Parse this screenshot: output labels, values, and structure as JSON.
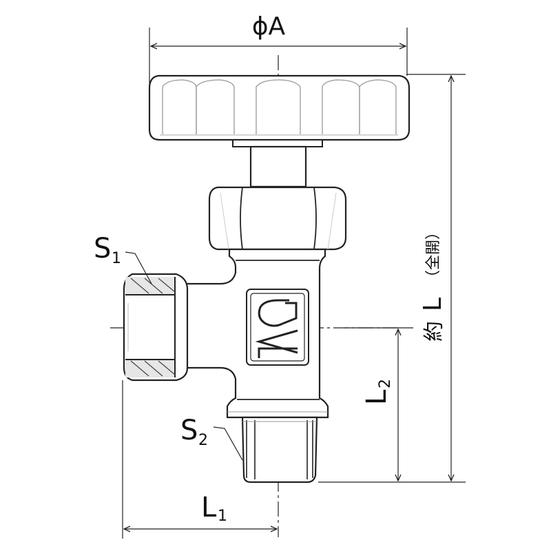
{
  "labels": {
    "phi_a": "ϕA",
    "s1_main": "S",
    "s1_sub": "1",
    "s2_main": "S",
    "s2_sub": "2",
    "l1_main": "L",
    "l1_sub": "1",
    "l2_main": "L",
    "l2_sub": "2",
    "total_length_prefix": "約",
    "total_length_letter": "L",
    "total_length_note": "（全開）"
  },
  "colors": {
    "stroke": "#222222",
    "body_fill": "#ffffff",
    "shade": "#d8d8d8"
  }
}
